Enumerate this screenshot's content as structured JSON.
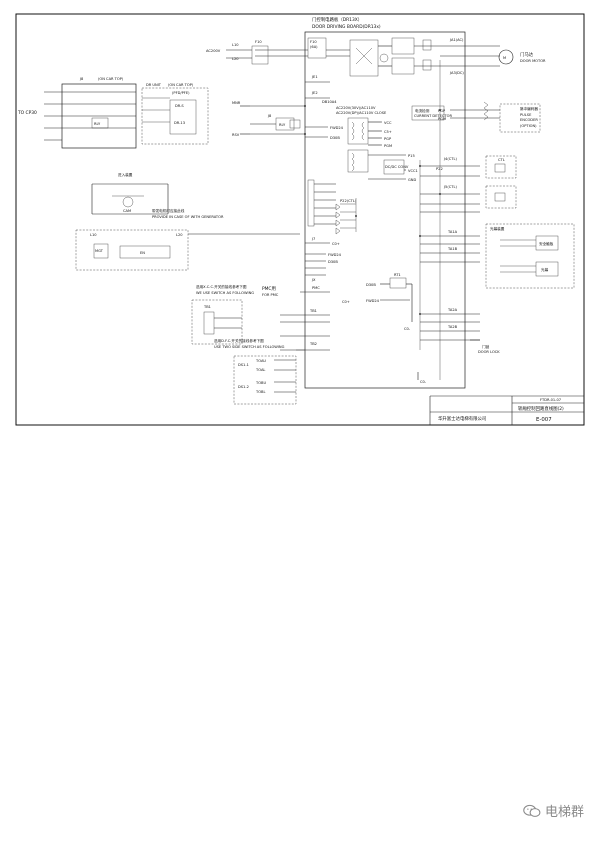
{
  "board": {
    "title_cn": "门控制电路板（DR13X）",
    "title_en": "DOOR DRIVING BOARD(DR13x)",
    "fuse": "F10",
    "fuse_rating": "(6A)",
    "j_ac": "JA1(AC)",
    "j_motor": "JA3(DC)",
    "je1": "JE1",
    "je2": "JE2",
    "ac_sel": "DB10A4",
    "ac_note1": "AC220V(30V)/AC110V",
    "ac_note2": "AC220V(DP)/AC110V CLOSE",
    "rect_note_cn": "电流检测",
    "rect_note_en": "CURRENT DETECTOR",
    "j8": "J8",
    "relay": "RLY",
    "relay2": "SW",
    "pfd": "FWD24",
    "d30b": "D30B",
    "vcc": "VCC",
    "cs": "C5+",
    "pgp": "PGP",
    "pgm": "PGM",
    "p15": "P15",
    "vcc1": "VCC1",
    "gnd": "GND",
    "dc_conv": "DC/DC CONV",
    "j4": "J4(CTL)",
    "j5": "J5(CTL)",
    "p22": "P22",
    "tag1": "TA1A",
    "tag2": "TA1B",
    "tag3": "TA2A",
    "tag4": "TA2B",
    "j7": "J7",
    "jx": "JX",
    "pmc": "PMC",
    "fwd24b": "FWD24",
    "d30b2": "D30B",
    "tb1": "TB1",
    "tb2": "TB2",
    "c0": "C0+",
    "c0m": "C0-",
    "p22ctl": "P22(CTL)",
    "rt1": "RT1"
  },
  "left": {
    "to_cp": "TO CP30",
    "j8_head": "J8",
    "oncar_top": "(ON CAR TOP)",
    "dr_unit": "DR UNIT",
    "on_car_top2": "(ON CAR TOP)",
    "pfd_label": "(PFD/PFE)",
    "dr_block": "DR-S",
    "dr_block2": "DR-13",
    "ac_in": "AC200V",
    "l10": "L10",
    "l20": "L20",
    "mnr": "MNR",
    "rsv": "RSV",
    "rly": "RLY",
    "door_motor_cn": "门马达",
    "door_motor_en": "DOOR MOTOR",
    "motor_code": "M",
    "encoder_cn": "脉冲编码器",
    "encoder_en1": "PULSE",
    "encoder_en2": "ENCODER",
    "encoder_en3": "(OPTION)",
    "switch_block_cn": "光幕装置",
    "sw_a": "安全触板",
    "sw_b": "光幕",
    "entry_cn": "进入装置",
    "note_gen_cn": "带发电机时应接此线",
    "note_gen_en": "PROVIDE IN CASE OF WITH GENERATOR",
    "gen_l10": "L10",
    "gen_l20": "L20",
    "gen_ry": "MGT",
    "gen_en": "EN",
    "pmc_cn": "PMC用",
    "pmc_en": "FOR PMC",
    "note_b1_cn": "选用X.C.C.开关的接线参考下图",
    "note_b1_en": "WE USE SWITCH AS FOLLOWING",
    "note_b2_cn": "选用D.F.C.开关的接线参考下图",
    "note_b2_en": "USE TWO SIDE SWITCH AS FOLLOWING",
    "b_tb1": "TB1",
    "b_tb2": "TB2",
    "b_sw1": "TOAU",
    "b_sw2": "TOAL",
    "b_sw3": "TOBU",
    "b_sw4": "TOBL",
    "b_ds1": "DS1-1",
    "b_ds2": "DS1-2",
    "cam": "CAM",
    "ctl_block": "CTL",
    "door_lock_cn": "门锁",
    "door_lock_en": "DOOR LOCK"
  },
  "title_block": {
    "doc_code": "FTDR-01-07",
    "drawing_title": "轿厢控制回路直线图(2)",
    "company": "华升富士达电梯有限公司",
    "sheet_no": "E-007"
  },
  "watermark": {
    "text": "电梯群",
    "icon": "wechat-icon"
  }
}
